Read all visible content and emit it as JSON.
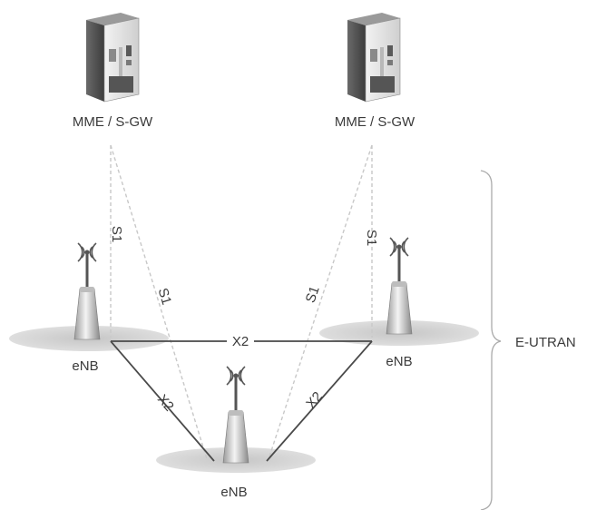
{
  "nodes": {
    "mme_left": {
      "label": "MME / S-GW",
      "icon": "server-icon"
    },
    "mme_right": {
      "label": "MME / S-GW",
      "icon": "server-icon"
    },
    "enb_left": {
      "label": "eNB",
      "icon": "cell-tower-icon"
    },
    "enb_right": {
      "label": "eNB",
      "icon": "cell-tower-icon"
    },
    "enb_bottom": {
      "label": "eNB",
      "icon": "cell-tower-icon"
    }
  },
  "links": {
    "s1_left_vertical": "S1",
    "s1_left_diagonal": "S1",
    "s1_right_diagonal": "S1",
    "s1_right_vertical": "S1",
    "x2_top": "X2",
    "x2_left": "X2",
    "x2_right": "X2"
  },
  "group": {
    "label": "E-UTRAN"
  },
  "colors": {
    "line": "#4a4a4a",
    "dashed": "#c8c8c8",
    "ellipse": "#d2d2d2",
    "server_dark": "#4a4a4a",
    "server_light": "#e6e6e6"
  }
}
